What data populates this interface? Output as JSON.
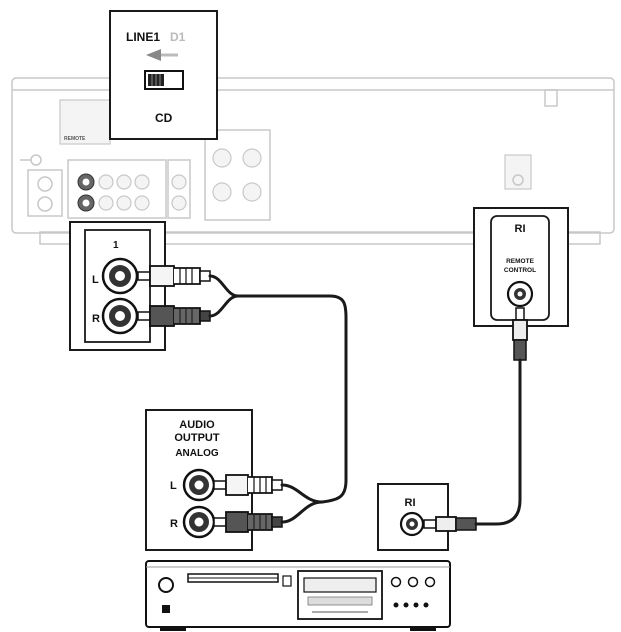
{
  "switch_panel": {
    "label_line1": "LINE1",
    "label_d1": "D1",
    "label_cd": "CD"
  },
  "receiver_input": {
    "jack_number": "1",
    "left": "L",
    "right": "R"
  },
  "remote_panel": {
    "title": "RI",
    "line1": "REMOTE",
    "line2": "CONTROL"
  },
  "cd_output": {
    "line1": "AUDIO",
    "line2": "OUTPUT",
    "line3": "ANALOG",
    "left": "L",
    "right": "R"
  },
  "cd_remote": {
    "title": "RI"
  },
  "colors": {
    "outline": "#1a1a1a",
    "ghost": "#c8c8c8",
    "plug_white": "#f5f5f5",
    "plug_red": "#555555"
  }
}
